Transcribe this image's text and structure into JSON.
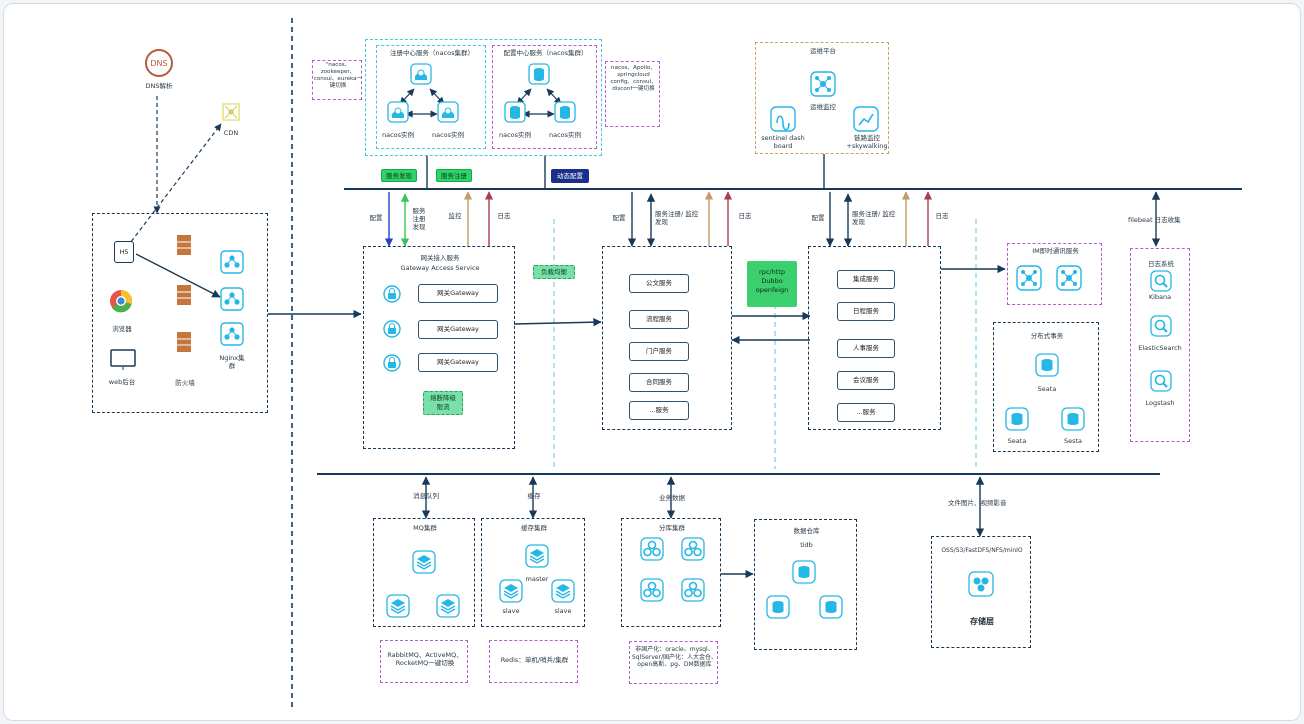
{
  "colors": {
    "dark_line": "#183a58",
    "cyan_icon": "#25b7e6",
    "green_tag": "#2ed36a",
    "navy_tag": "#1c2e8c",
    "purple_note": "#b45bd6",
    "tan_box": "#c8a45c"
  },
  "client": {
    "dns_logo": "DNS",
    "dns_label": "DNS解析",
    "cdn_label": "CDN",
    "h5": "H5",
    "browser": "浏览器",
    "web": "web后台",
    "firewall": "防火墙",
    "nginx": "Nginx集\n群"
  },
  "registry": {
    "note": "\"nacos、zookeeper、consul、eureka一键切换",
    "title": "注册中心服务（nacos集群）",
    "node1": "nacos实例",
    "node2": "nacos实例"
  },
  "config_center": {
    "note": "nacos、Apollo、springcloud config、consul、disconf一键切换",
    "title": "配置中心服务（nacos集群）",
    "node1": "nacos实例",
    "node2": "nacos实例"
  },
  "tags": {
    "discovery": "服务发现",
    "register": "服务注册",
    "dynamic_config": "动态配置",
    "load_balance": "负载均衡",
    "rate_limit": "熔断降级\n限流",
    "rpc": "rpc/http\nDubbo\nopenfeign"
  },
  "ops": {
    "title": "运维平台",
    "monitor": "运维监控",
    "sentinel": "sentinel dash\nboard",
    "trace": "链路监控\n+skywalking"
  },
  "arrows": {
    "config": "配置",
    "svc_reg_disc": "服务\n注册\n发现",
    "monitor": "监控",
    "log": "日志",
    "svc_reg_monitor": "服务注册/ 监控\n发现",
    "filebeat": "filebeat 日志收集",
    "mq": "消息队列",
    "cache": "缓存",
    "biz_data": "业务数据",
    "files": "文件图片、视频影音"
  },
  "gateway": {
    "title": "网关接入服务",
    "subtitle": "Gateway Access Service",
    "items": [
      "网关Gateway",
      "网关Gateway",
      "网关Gateway"
    ]
  },
  "services_a": [
    "公文服务",
    "流程服务",
    "门户服务",
    "合同服务",
    "...服务"
  ],
  "services_b": [
    "集成服务",
    "日程服务",
    "人事服务",
    "会议服务",
    "...服务"
  ],
  "im": {
    "title": "IM即时通讯服务"
  },
  "seata": {
    "title": "分布式事务",
    "nodes": [
      "Seata",
      "Seata",
      "Sesta"
    ]
  },
  "logsys": {
    "title": "日志系统",
    "items": [
      "Kibana",
      "ElasticSearch",
      "Logstash"
    ]
  },
  "mq": {
    "title": "MQ集群",
    "note": "RabbitMQ、ActiveMQ、RocketMQ一键切换"
  },
  "cache": {
    "title": "缓存集群",
    "master": "master",
    "slave1": "slave",
    "slave2": "slave",
    "note": "Redis：单机/哨兵/集群"
  },
  "db": {
    "title": "分库集群",
    "note": "非国产化：oracle、mysql、SqlServer/国产化：人大金仓、open高斯、pg、DM数据库"
  },
  "warehouse": {
    "title": "数据仓库",
    "sub": "tidb"
  },
  "storage": {
    "title": "OSS/S3/FastDFS/NFS/minIO",
    "label": "存储层"
  }
}
